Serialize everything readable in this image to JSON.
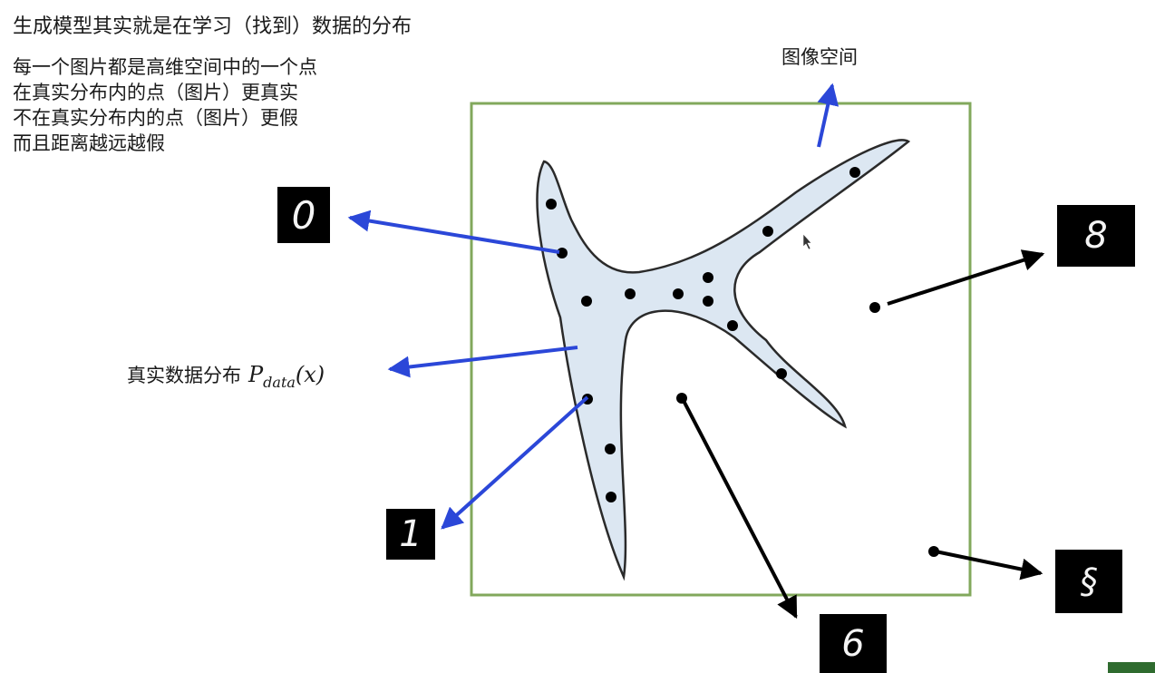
{
  "slide": {
    "title": "生成模型其实就是在学习（找到）数据的分布",
    "notes": [
      "每一个图片都是高维空间中的一个点",
      "在真实分布内的点（图片）更真实",
      "不在真实分布内的点（图片）更假",
      "而且距离越远越假"
    ]
  },
  "diagram": {
    "space_label": "图像空间",
    "distribution_label": "真实数据分布",
    "distribution_symbol": {
      "base": "P",
      "subscript": "data",
      "argument": "(x)"
    },
    "colors": {
      "space_border": "#82a85c",
      "distribution_fill": "#dce7f2",
      "distribution_stroke": "#2a2a2a",
      "arrow_blue": "#2b47d8",
      "arrow_black": "#000000",
      "point": "#000000",
      "digit_bg": "#000000"
    },
    "samples": [
      {
        "glyph": "0",
        "kind": "real"
      },
      {
        "glyph": "1",
        "kind": "real"
      },
      {
        "glyph": "8",
        "kind": "fake"
      },
      {
        "glyph": "6",
        "kind": "fake"
      },
      {
        "glyph": "§",
        "kind": "fake"
      }
    ]
  }
}
